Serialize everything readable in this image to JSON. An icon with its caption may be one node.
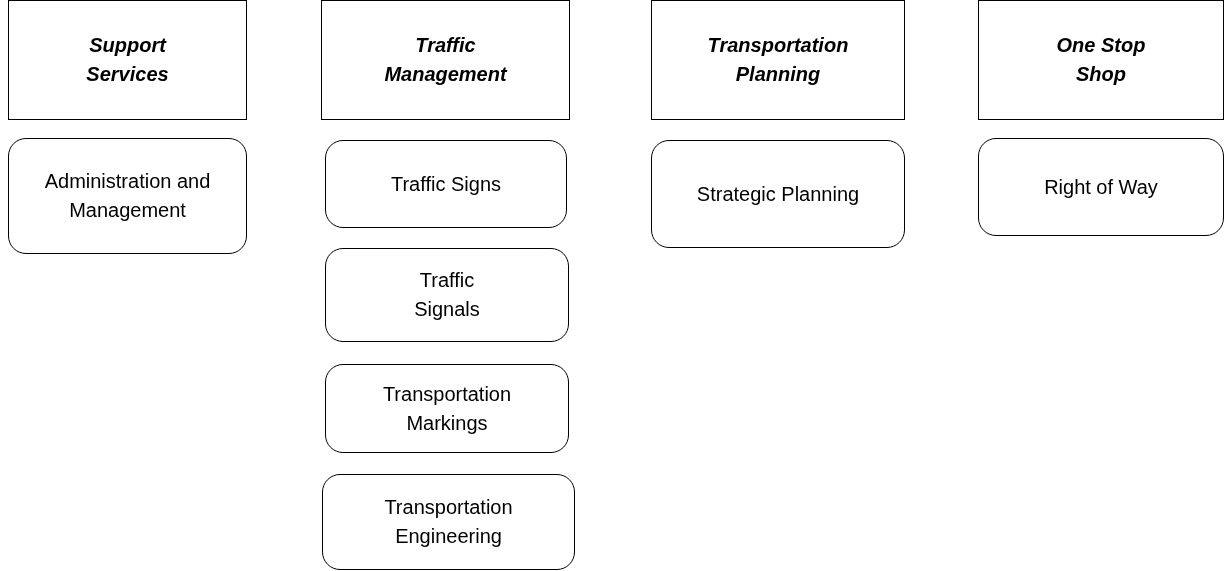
{
  "diagram": {
    "nodes": [
      {
        "text": [
          "Support Services"
        ]
      },
      {
        "text": [
          "Administration and Management"
        ]
      },
      {
        "text": [
          "Traffic Management"
        ]
      },
      {
        "text": [
          "Traffic Signs"
        ]
      },
      {
        "text": [
          "Traffic Signals"
        ]
      },
      {
        "text": [
          "Transportation Markings"
        ]
      },
      {
        "text": [
          "Transportation Engineering"
        ]
      },
      {
        "text": [
          "Transportation Planning"
        ]
      },
      {
        "text": [
          "Strategic Planning"
        ]
      },
      {
        "text": [
          "One Stop Shop"
        ]
      },
      {
        "text": [
          "Right of Way"
        ]
      }
    ]
  }
}
